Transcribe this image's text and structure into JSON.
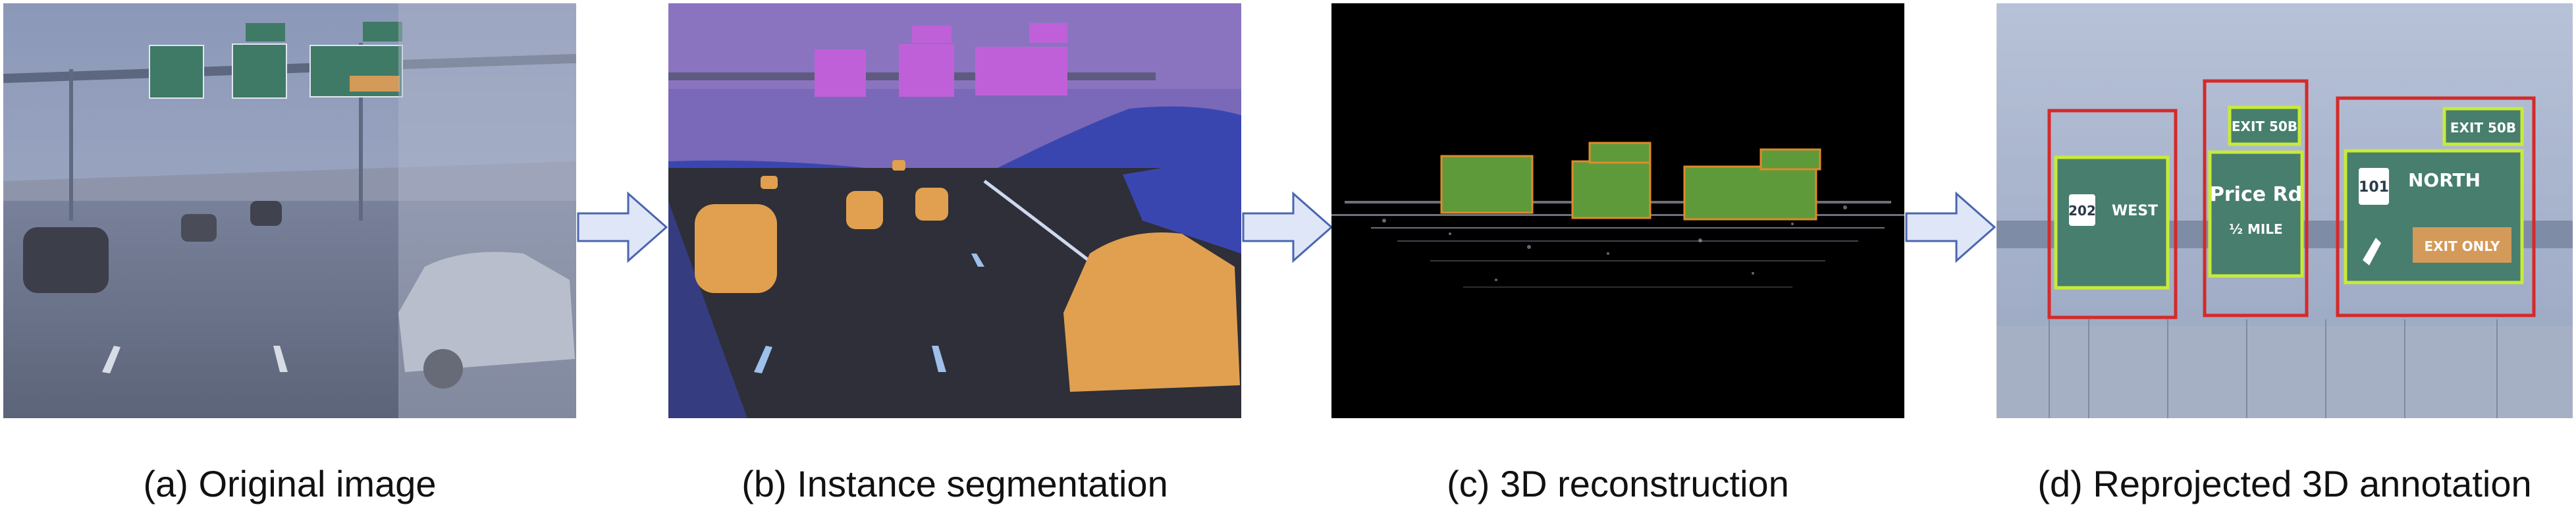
{
  "panels": [
    {
      "caption": "(a) Original image"
    },
    {
      "caption": "(b) Instance segmentation"
    },
    {
      "caption": "(c) 3D reconstruction"
    },
    {
      "caption": "(d) Reprojected 3D annotation"
    }
  ],
  "signs": {
    "west": "WEST",
    "route_202": "202",
    "price_rd": "Price Rd",
    "half_mile": "½ MILE",
    "exit_50b": "EXIT 50B",
    "route_101": "101",
    "north": "NORTH",
    "exit_only": "EXIT ONLY"
  },
  "colors": {
    "arrow_fill": "#dfe6f7",
    "arrow_stroke": "#4a66b0",
    "box_red": "#d42a2a",
    "box_yellow": "#c8ea3a",
    "seg_car": "#e0a050",
    "seg_sky": "#7a68b8",
    "seg_sign": "#c060d8",
    "seg_vegetation": "#3a46b0",
    "seg_road": "#2e2f38"
  }
}
